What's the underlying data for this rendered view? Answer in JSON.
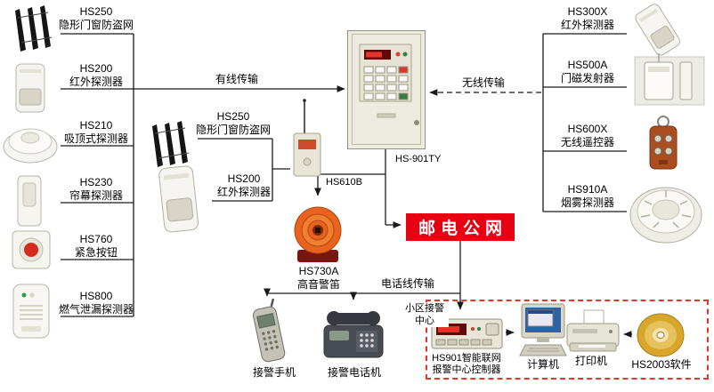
{
  "diagram": {
    "left_devices": [
      {
        "model": "HS250",
        "name": "隐形门窗防盗网"
      },
      {
        "model": "HS200",
        "name": "红外探测器"
      },
      {
        "model": "HS210",
        "name": "吸顶式探测器"
      },
      {
        "model": "HS230",
        "name": "帘幕探测器"
      },
      {
        "model": "HS760",
        "name": "紧急按钮"
      },
      {
        "model": "HS800",
        "name": "燃气泄漏探测器"
      }
    ],
    "mid_devices": [
      {
        "model": "HS250",
        "name": "隐形门窗防盗网"
      },
      {
        "model": "HS200",
        "name": "红外探测器"
      }
    ],
    "repeater": {
      "model": "HS610B"
    },
    "panel": {
      "model": "HS-901TY"
    },
    "siren": {
      "model": "HS730A",
      "name": "高音警笛"
    },
    "right_devices": [
      {
        "model": "HS300X",
        "name": "红外探测器"
      },
      {
        "model": "HS500A",
        "name": "门磁发射器"
      },
      {
        "model": "HS600X",
        "name": "无线遥控器"
      },
      {
        "model": "HS910A",
        "name": "烟雾探测器"
      }
    ],
    "links": {
      "wired": "有线传输",
      "wireless": "无线传输",
      "phone_line": "电话线传输"
    },
    "network": {
      "label": "邮电公网"
    },
    "receivers": {
      "cell": "接警手机",
      "phone": "接警电话机"
    },
    "alarm_center": {
      "title_line1": "小区接警",
      "title_line2": "中心",
      "controller_line1": "HS901智能联网",
      "controller_line2": "报警中心控制器",
      "computer": "计算机",
      "printer": "打印机",
      "software": "HS2003软件"
    },
    "colors": {
      "accent_red": "#e60012",
      "line": "#1a1a1a"
    }
  }
}
